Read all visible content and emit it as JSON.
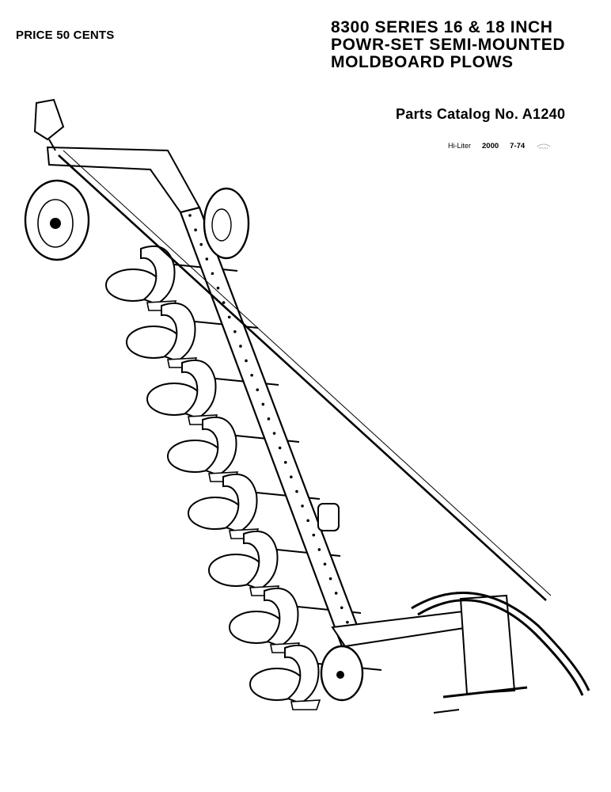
{
  "header": {
    "price": "PRICE 50 CENTS",
    "title_lines": [
      "8300 SERIES 16 & 18 INCH",
      "POWR-SET SEMI-MOUNTED",
      "MOLDBOARD PLOWS"
    ],
    "catalog": "Parts Catalog No. A1240",
    "print_info": {
      "printer": "Hi-Liter",
      "quantity": "2000",
      "date": "7-74"
    }
  },
  "illustration": {
    "icon": "plow-illustration",
    "line_color": "#000000",
    "fill_color": "#ffffff",
    "bottom_count": 8
  }
}
